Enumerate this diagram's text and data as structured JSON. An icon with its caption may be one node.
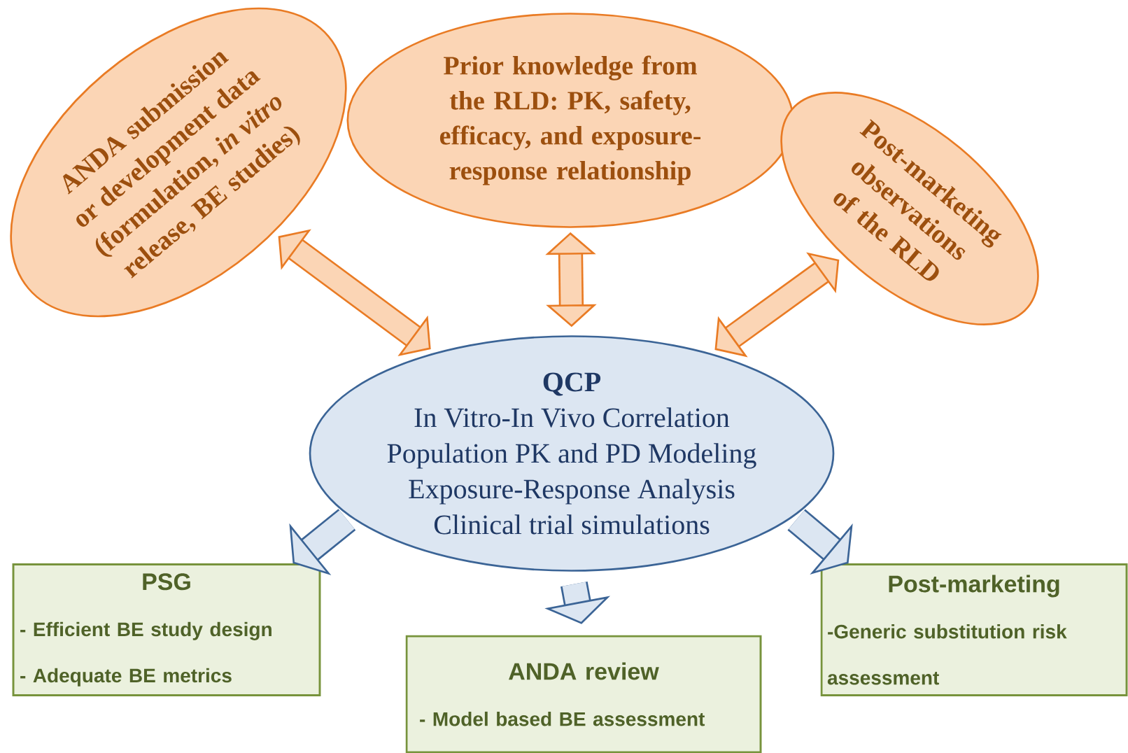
{
  "diagram": {
    "nodes": [
      {
        "text": [
          "ANDA submission or development data (formulation, *in vitro* release, BE studies)"
        ]
      },
      {
        "text": [
          "Prior knowledge from the RLD: PK, safety, efficacy, and exposure-response relationship"
        ]
      },
      {
        "text": [
          "Post-marketing observations of the RLD"
        ]
      },
      {
        "text": [
          "QCP",
          "In Vitro-In Vivo Correlation",
          "Population PK and PD Modeling",
          "Exposure-Response Analysis",
          "Clinical trial simulations"
        ]
      },
      {
        "text": [
          "PSG",
          "- Efficient BE study design",
          "- Adequate BE metrics"
        ]
      },
      {
        "text": [
          "ANDA review",
          "- Model based BE assessment"
        ]
      },
      {
        "text": [
          "Post-marketing",
          "-Generic substitution risk assessment"
        ]
      }
    ],
    "edges": [
      {
        "from": 0,
        "to": 3,
        "arrow": "both",
        "color": "#e97b24"
      },
      {
        "from": 1,
        "to": 3,
        "arrow": "both",
        "color": "#e97b24"
      },
      {
        "from": 2,
        "to": 3,
        "arrow": "both",
        "color": "#e97b24"
      },
      {
        "from": 3,
        "to": 4,
        "arrow": "to",
        "color": "#3b6496"
      },
      {
        "from": 3,
        "to": 5,
        "arrow": "to",
        "color": "#3b6496"
      },
      {
        "from": 3,
        "to": 6,
        "arrow": "to",
        "color": "#3b6496"
      }
    ]
  }
}
